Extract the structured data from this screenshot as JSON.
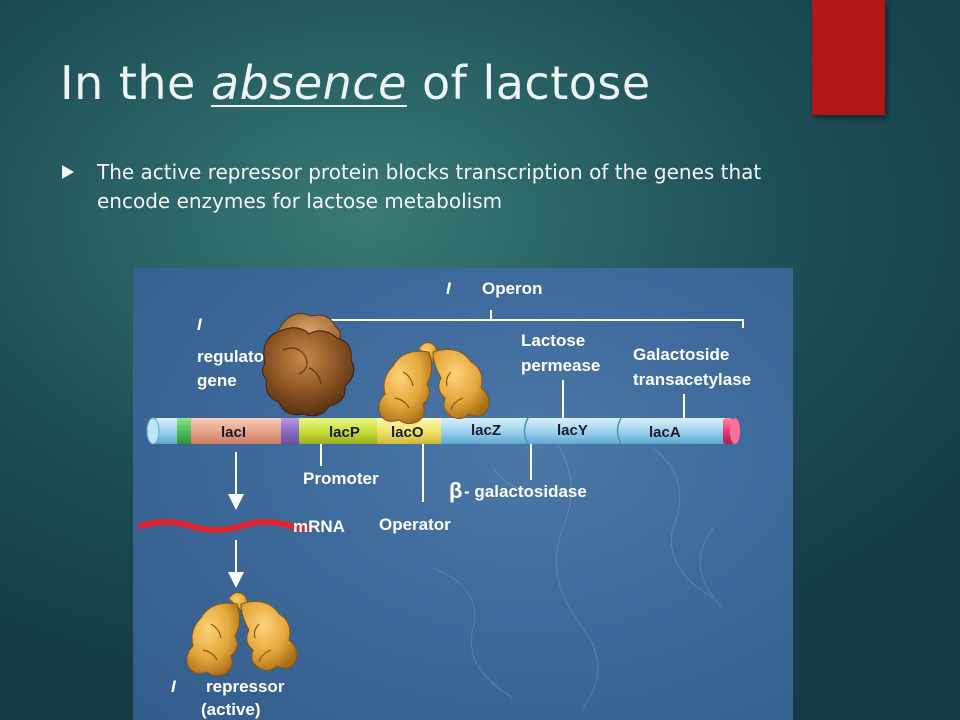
{
  "slide": {
    "title_prefix": "In the ",
    "title_emphasis": "absence",
    "title_suffix": " of lactose",
    "bullet_text": "The active repressor protein blocks transcription of the genes that encode enzymes for lactose metabolism"
  },
  "diagram": {
    "operon_label": "Operon",
    "operon_symbol": "I",
    "regulatory_symbol": "I",
    "regulatory_line1": "regulatory",
    "regulatory_line2": "gene",
    "permease_line1": "Lactose",
    "permease_line2": "permease",
    "transacetylase_line1": "Galactoside",
    "transacetylase_line2": "transacetylase",
    "genes": {
      "lacI": "lacI",
      "lacP": "lacP",
      "lacO": "lacO",
      "lacZ": "lacZ",
      "lacY": "lacY",
      "lacA": "lacA"
    },
    "promoter_label": "Promoter",
    "operator_label": "Operator",
    "beta_symbol": "β",
    "galactosidase_label": "- galactosidase",
    "mrna_label": "mRNA",
    "repressor_symbol": "I",
    "repressor_line1": "repressor",
    "repressor_line2": "(active)"
  },
  "colors": {
    "accent_bar": "#b01717",
    "background": "#1d4d55",
    "figure_background": "#3e6a9b",
    "repressor_protein": "#e3a63a",
    "rna_polymerase": "#7a4a1e",
    "lacI": "#e8a58a",
    "lacP": "#c9e03a",
    "lacO": "#f2e36a",
    "dna_backbone": "#9fd3ee",
    "mrna": "#e0242c"
  }
}
